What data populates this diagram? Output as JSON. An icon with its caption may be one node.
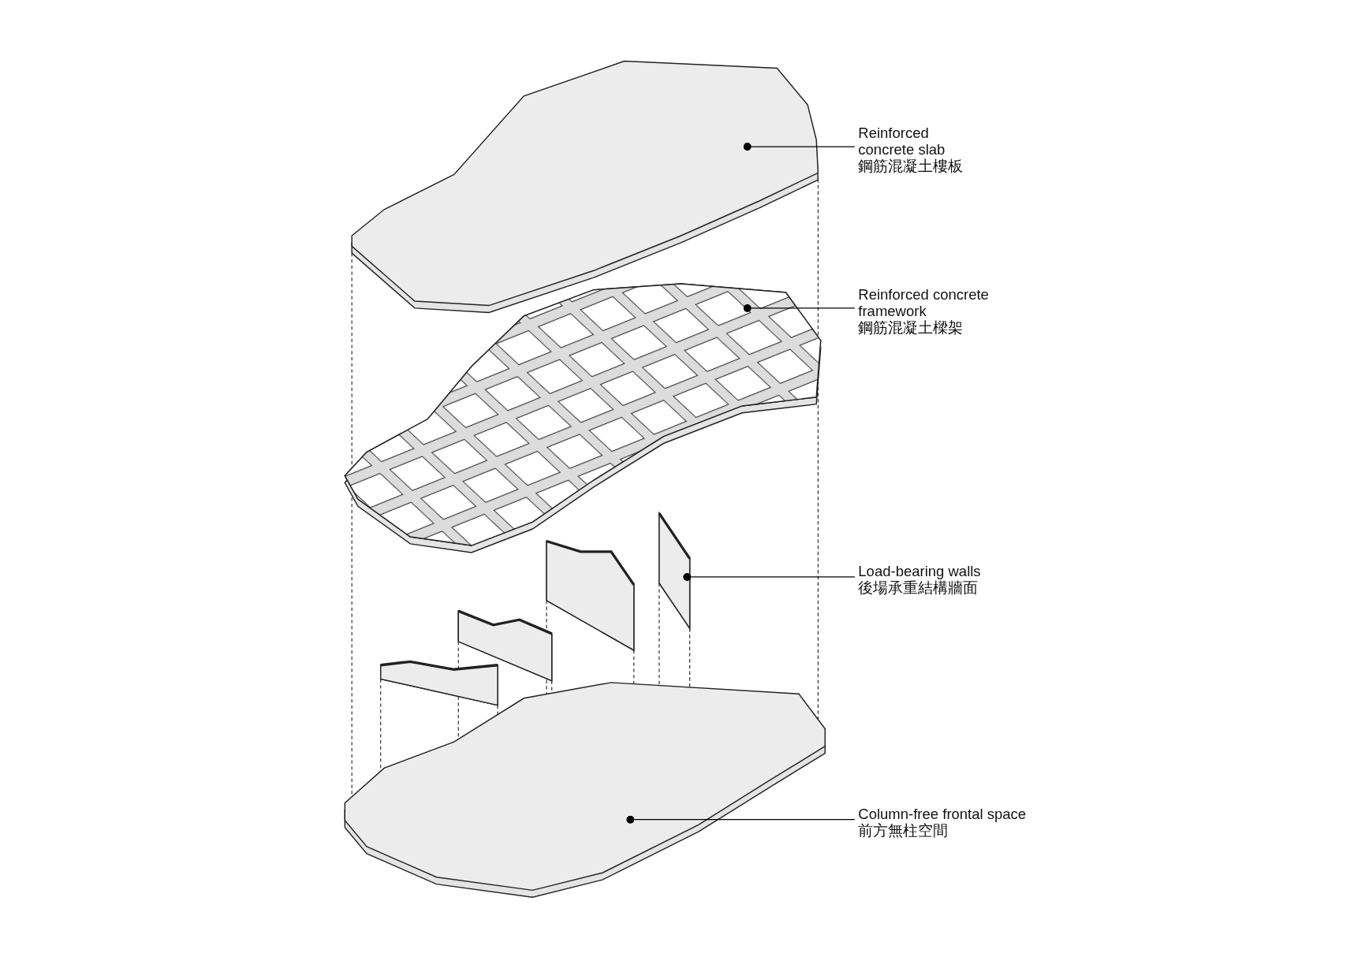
{
  "diagram": {
    "nodes": [
      {
        "text": [],
        "shape": "picture"
      },
      {
        "text": [
          "Reinforced concrete slab",
          "鋼筋混凝土樓板"
        ]
      },
      {
        "text": [],
        "shape": "picture"
      },
      {
        "text": [
          "Reinforced concrete framework",
          "鋼筋混凝土樑架"
        ]
      },
      {
        "text": [],
        "shape": "picture"
      },
      {
        "text": [
          "Load-bearing walls",
          "後場承重結構牆面"
        ]
      },
      {
        "text": [],
        "shape": "picture"
      },
      {
        "text": [
          "Column-free frontal space",
          "前方無柱空間"
        ]
      }
    ],
    "edges": [
      {
        "from": 1,
        "to": 0,
        "arrow": "other"
      },
      {
        "from": 3,
        "to": 2,
        "arrow": "other"
      },
      {
        "from": 5,
        "to": 4,
        "arrow": "other"
      },
      {
        "from": 7,
        "to": 6,
        "arrow": "other"
      }
    ]
  }
}
